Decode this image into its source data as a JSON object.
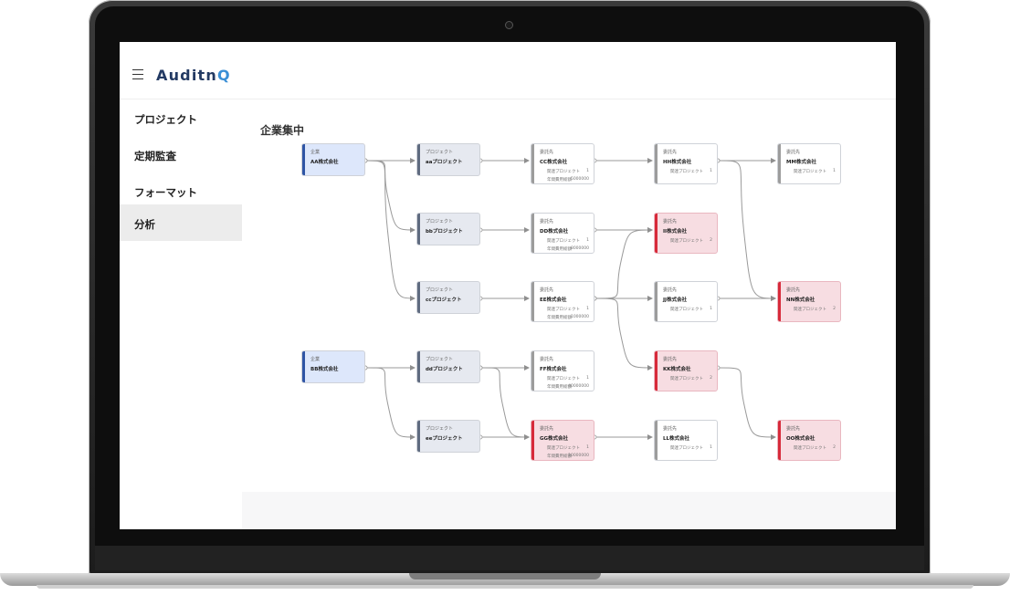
{
  "app": {
    "logo_main": "Auditn",
    "logo_accent": "Q"
  },
  "sidebar": {
    "items": [
      {
        "label": "プロジェクト",
        "active": false
      },
      {
        "label": "定期監査",
        "active": false
      },
      {
        "label": "フォーマット",
        "active": false
      },
      {
        "label": "分析",
        "active": true
      }
    ]
  },
  "page": {
    "title": "企業集中"
  },
  "labels": {
    "company": "企業",
    "project": "プロジェクト",
    "client": "委託先",
    "related_projects": "関連プロジェクト",
    "annual_cost": "年間費用総額"
  },
  "colors": {
    "company_accent": "#2f55a5",
    "project_accent": "#5f6b80",
    "client_accent": "#9c9c9c",
    "alert_accent": "#d72a3a",
    "logo": "#233a63"
  },
  "flow": {
    "companies": [
      {
        "id": "AA",
        "name": "AA株式会社"
      },
      {
        "id": "BB",
        "name": "BB株式会社"
      }
    ],
    "projects": [
      {
        "id": "aa",
        "name": "aaプロジェクト"
      },
      {
        "id": "bb",
        "name": "bbプロジェクト"
      },
      {
        "id": "cc",
        "name": "ccプロジェクト"
      },
      {
        "id": "dd",
        "name": "ddプロジェクト"
      },
      {
        "id": "ee",
        "name": "eeプロジェクト"
      }
    ],
    "clients": [
      {
        "id": "CC",
        "name": "CC株式会社",
        "related": "1",
        "cost": "5000000",
        "alert": false
      },
      {
        "id": "DD",
        "name": "DD株式会社",
        "related": "1",
        "cost": "8000000",
        "alert": false
      },
      {
        "id": "EE",
        "name": "EE株式会社",
        "related": "1",
        "cost": "1000000",
        "alert": false
      },
      {
        "id": "FF",
        "name": "FF株式会社",
        "related": "1",
        "cost": "40000000",
        "alert": false
      },
      {
        "id": "GG",
        "name": "GG株式会社",
        "related": "1",
        "cost": "10000000",
        "alert": true
      }
    ],
    "subclients": [
      {
        "id": "HH",
        "name": "HH株式会社",
        "related": "1",
        "alert": false
      },
      {
        "id": "II",
        "name": "II株式会社",
        "related": "2",
        "alert": true
      },
      {
        "id": "JJ",
        "name": "JJ株式会社",
        "related": "1",
        "alert": false
      },
      {
        "id": "KK",
        "name": "KK株式会社",
        "related": "2",
        "alert": true
      },
      {
        "id": "LL",
        "name": "LL株式会社",
        "related": "1",
        "alert": false
      }
    ],
    "leaves": [
      {
        "id": "MM",
        "name": "MM株式会社",
        "related": "1",
        "alert": false
      },
      {
        "id": "NN",
        "name": "NN株式会社",
        "related": "2",
        "alert": true
      },
      {
        "id": "OO",
        "name": "OO株式会社",
        "related": "2",
        "alert": true
      }
    ],
    "edges": [
      [
        "AA",
        "aa"
      ],
      [
        "AA",
        "bb"
      ],
      [
        "AA",
        "cc"
      ],
      [
        "BB",
        "dd"
      ],
      [
        "BB",
        "ee"
      ],
      [
        "aa",
        "CC"
      ],
      [
        "bb",
        "DD"
      ],
      [
        "cc",
        "EE"
      ],
      [
        "dd",
        "FF"
      ],
      [
        "dd",
        "GG"
      ],
      [
        "ee",
        "GG"
      ],
      [
        "CC",
        "HH"
      ],
      [
        "DD",
        "II"
      ],
      [
        "EE",
        "II"
      ],
      [
        "EE",
        "JJ"
      ],
      [
        "EE",
        "KK"
      ],
      [
        "GG",
        "LL"
      ],
      [
        "HH",
        "MM"
      ],
      [
        "HH",
        "NN"
      ],
      [
        "JJ",
        "NN"
      ],
      [
        "KK",
        "OO"
      ]
    ]
  }
}
